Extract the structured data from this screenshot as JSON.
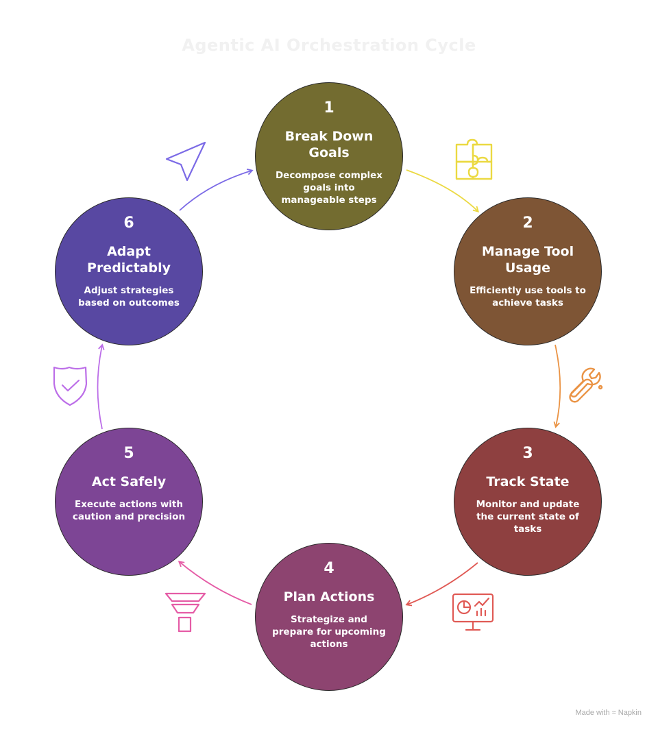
{
  "title": "Agentic AI Orchestration Cycle",
  "colors": {
    "step1": "#736c30",
    "step2": "#7e5535",
    "step3": "#8e4040",
    "step4": "#8d4470",
    "step5": "#7d4595",
    "step6": "#5848a2",
    "arrow1": "#ebd942",
    "arrow2": "#ea9344",
    "arrow3": "#e05a55",
    "arrow4": "#e55ca6",
    "arrow5": "#bc6ee8",
    "arrow6": "#7b6ae6"
  },
  "steps": [
    {
      "number": "1",
      "heading": "Break Down Goals",
      "description": "Decompose complex goals into manageable steps",
      "icon": "puzzle-icon"
    },
    {
      "number": "2",
      "heading": "Manage Tool Usage",
      "description": "Efficiently use tools to achieve tasks",
      "icon": "tools-icon"
    },
    {
      "number": "3",
      "heading": "Track State",
      "description": "Monitor and update the current state of tasks",
      "icon": "monitor-chart-icon"
    },
    {
      "number": "4",
      "heading": "Plan Actions",
      "description": "Strategize and prepare for upcoming actions",
      "icon": "funnel-icon"
    },
    {
      "number": "5",
      "heading": "Act Safely",
      "description": "Execute actions with caution and precision",
      "icon": "shield-check-icon"
    },
    {
      "number": "6",
      "heading": "Adapt Predictably",
      "description": "Adjust strategies based on outcomes",
      "icon": "navigation-arrow-icon"
    }
  ],
  "footer": "Made with ≈ Napkin"
}
